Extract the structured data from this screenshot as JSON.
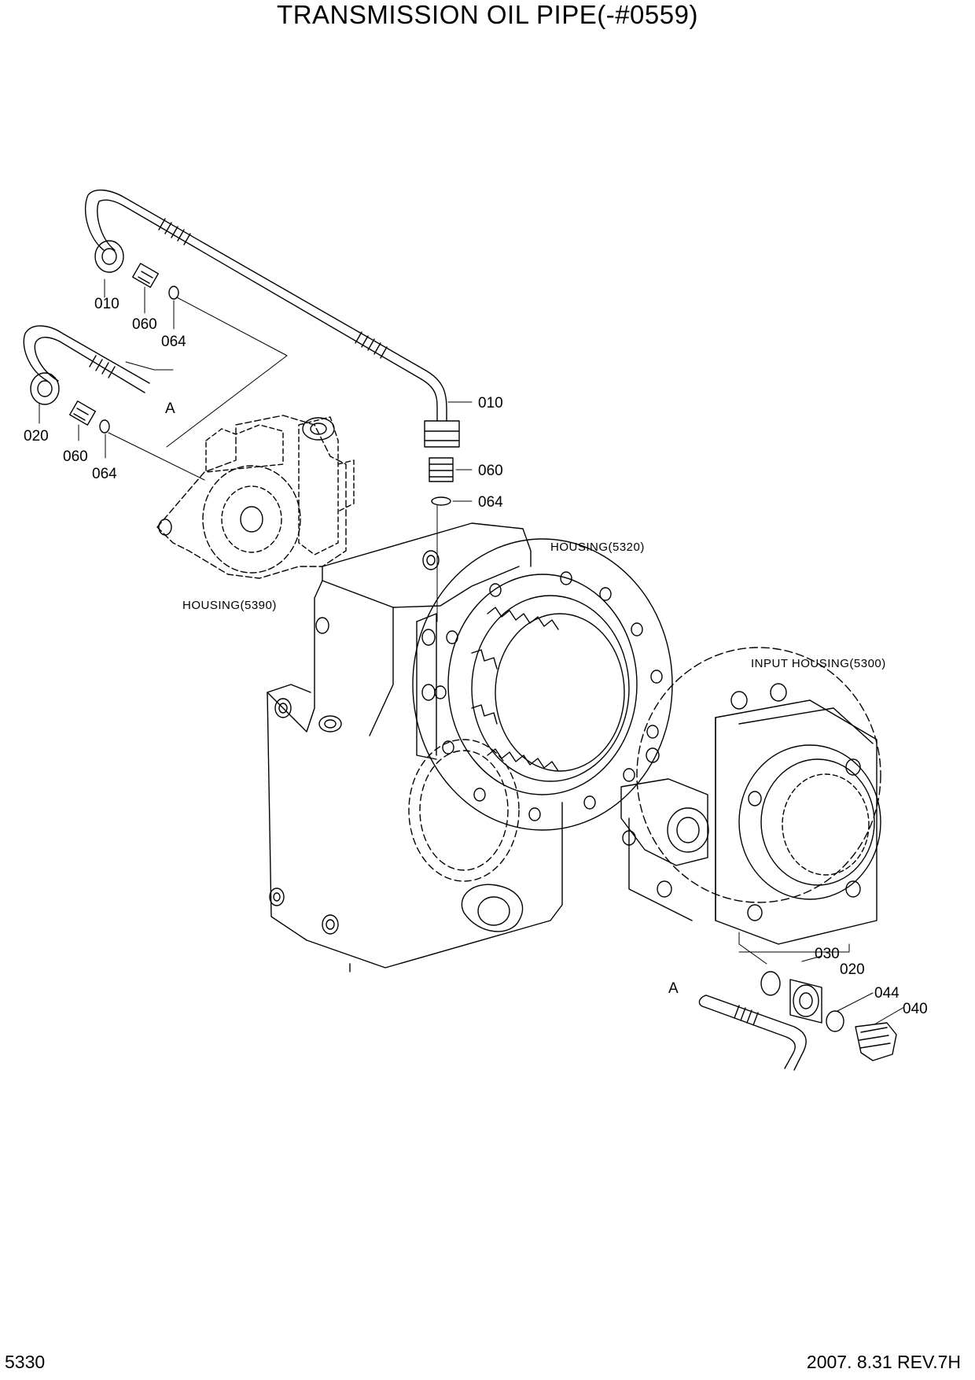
{
  "title": "TRANSMISSION OIL PIPE(-#0559)",
  "housings": {
    "h5390": "HOUSING(5390)",
    "h5320": "HOUSING(5320)",
    "h5300": "INPUT HOUSING(5300)"
  },
  "callouts": {
    "c010a": "010",
    "c060a": "060",
    "c064a": "064",
    "c020a": "020",
    "c060b": "060",
    "c064b": "064",
    "c010b": "010",
    "c060c": "060",
    "c064c": "064",
    "c030": "030",
    "c020b": "020",
    "c044": "044",
    "c040": "040",
    "refA1": "A",
    "refA2": "A"
  },
  "footer": {
    "page": "5330",
    "revision": "2007.  8.31  REV.7H"
  }
}
